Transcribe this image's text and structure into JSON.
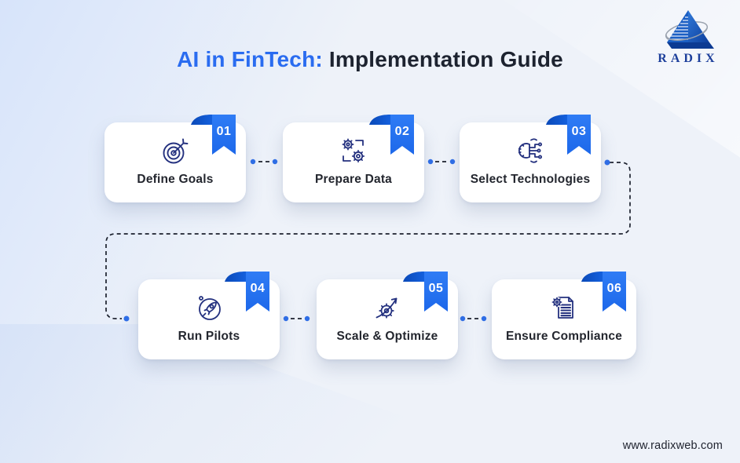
{
  "header": {
    "title_highlight": "AI in FinTech:",
    "title_rest": " Implementation Guide"
  },
  "logo": {
    "text": "RADIX"
  },
  "steps": [
    {
      "number": "01",
      "label": "Define Goals",
      "icon": "target-goal-icon"
    },
    {
      "number": "02",
      "label": "Prepare Data",
      "icon": "data-gears-icon"
    },
    {
      "number": "03",
      "label": "Select Technologies",
      "icon": "gear-circuit-icon"
    },
    {
      "number": "04",
      "label": "Run Pilots",
      "icon": "rocket-icon"
    },
    {
      "number": "05",
      "label": "Scale & Optimize",
      "icon": "gear-arrow-icon"
    },
    {
      "number": "06",
      "label": "Ensure Compliance",
      "icon": "document-gear-icon"
    }
  ],
  "footer": {
    "website": "www.radixweb.com"
  },
  "colors": {
    "ribbon_blue": "#2371f0",
    "ribbon_fold_dark": "#0b4ec4",
    "icon_navy": "#24317f",
    "title_blue": "#2a6cf0",
    "title_dark": "#1d2330",
    "dot_blue": "#2e6ee8",
    "dash_dark": "#1c212e",
    "background": "#eef2f9"
  }
}
